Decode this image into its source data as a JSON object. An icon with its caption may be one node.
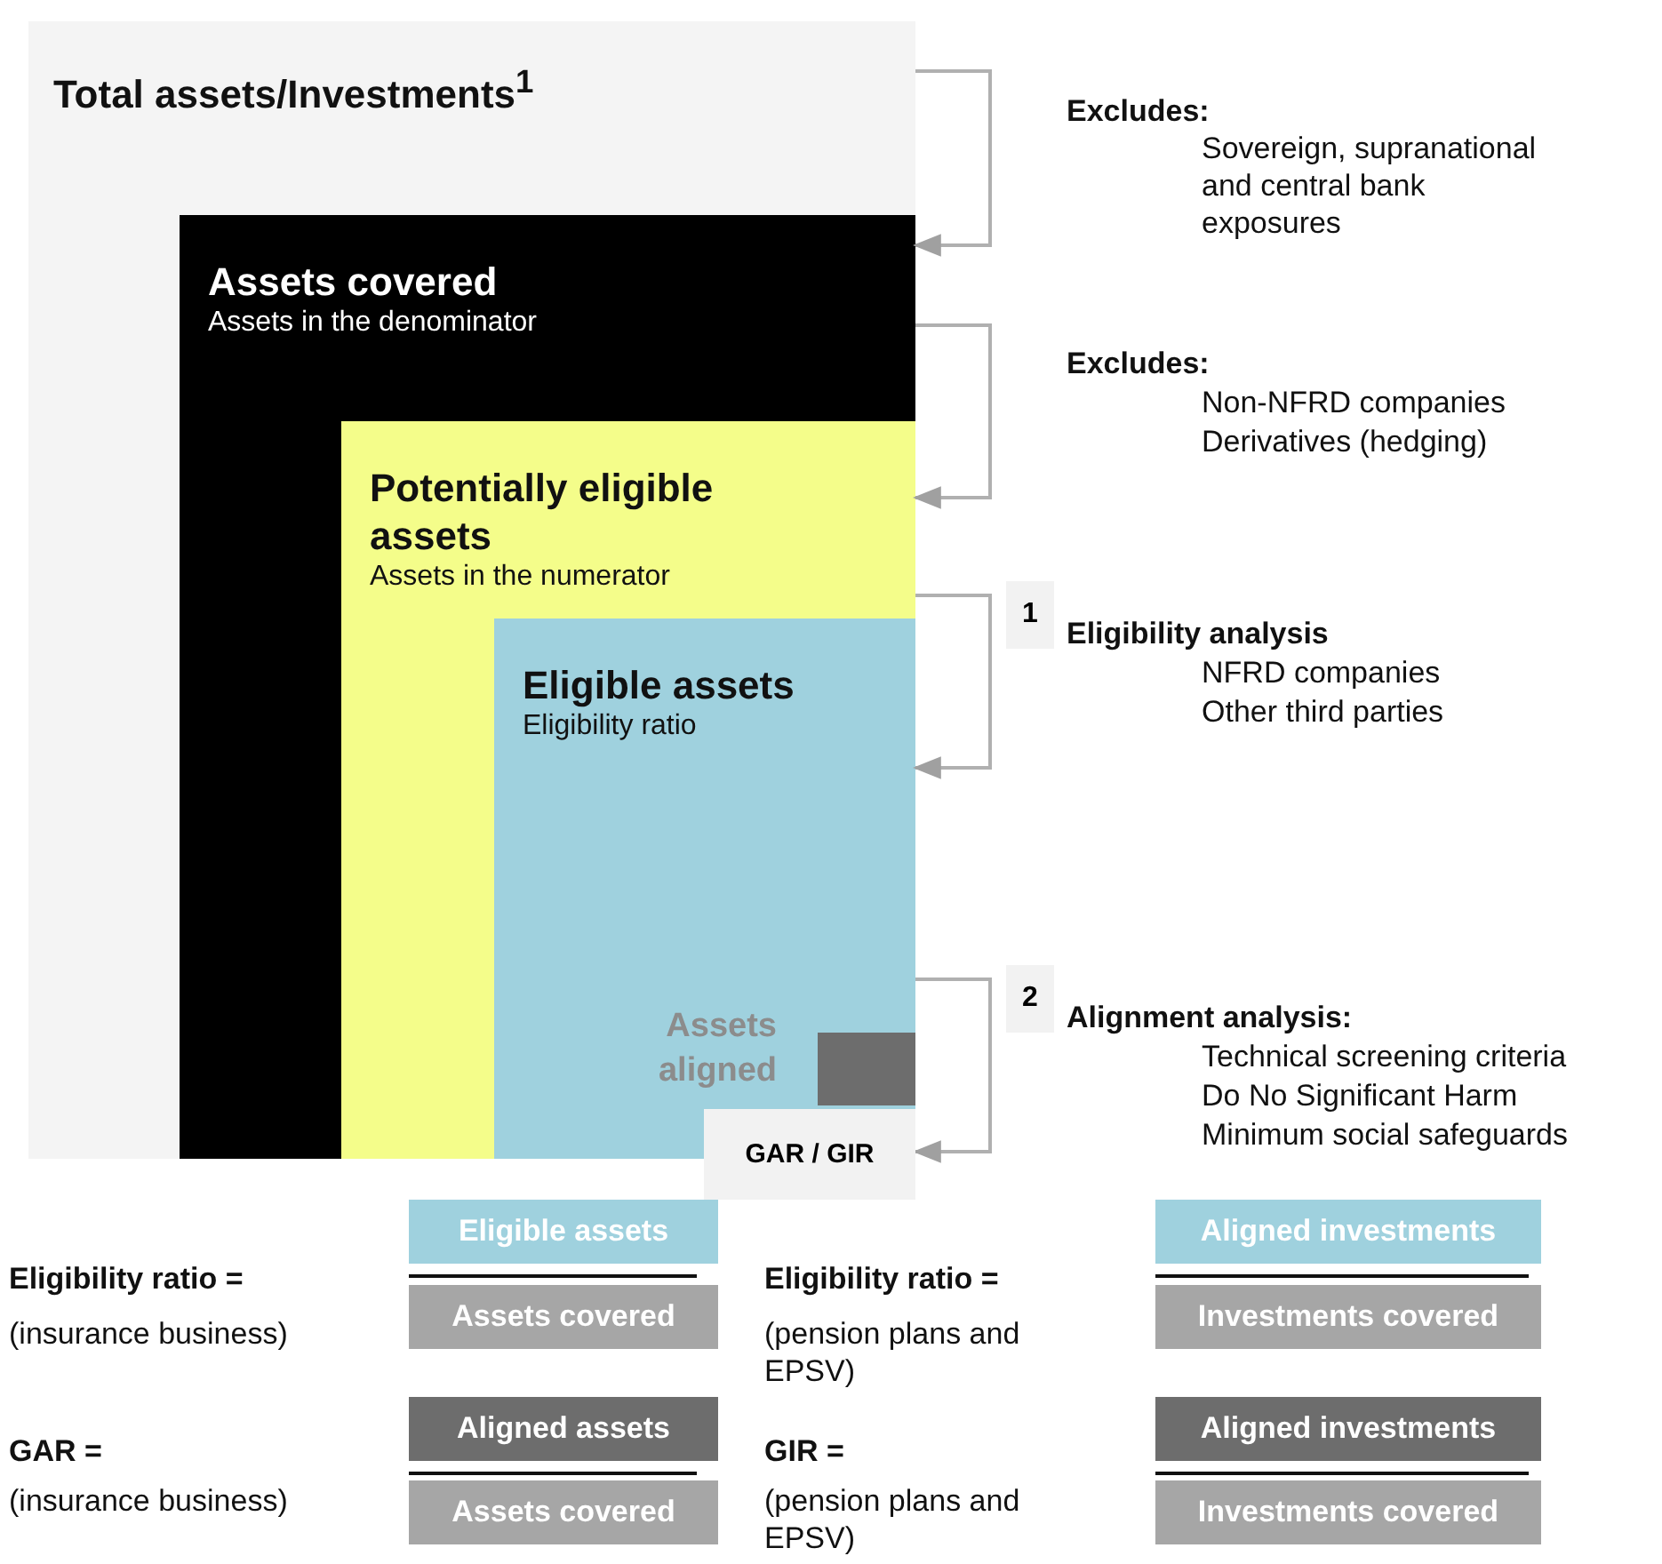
{
  "diagram": {
    "nodes": [
      {
        "text": [
          "Total assets/Investments$^{1}$"
        ]
      },
      {
        "text": [
          "Assets covered",
          "Assets in the denominator"
        ],
        "in": 0
      },
      {
        "text": [
          "Potentially eligible assets",
          "Assets in the numerator"
        ],
        "in": 1
      },
      {
        "text": [
          "Eligible assets",
          "Eligibility ratio"
        ],
        "in": 2
      },
      {
        "text": [
          "Assets aligned"
        ],
        "in": 3
      },
      {
        "text": [
          "GAR / GIR"
        ]
      },
      {
        "text": [
          "1"
        ]
      },
      {
        "text": [
          "2"
        ]
      },
      {
        "text": [
          "Eligible assets"
        ]
      },
      {
        "text": [
          "Aligned investments"
        ]
      },
      {
        "text": [
          "Assets covered"
        ]
      },
      {
        "text": [
          "Investments covered"
        ]
      },
      {
        "text": [
          "Aligned assets"
        ]
      },
      {
        "text": [
          "Aligned investments"
        ]
      },
      {
        "text": [
          "Assets covered"
        ]
      },
      {
        "text": [
          "Investments covered"
        ]
      }
    ],
    "edges": [
      {
        "from": 0,
        "to": 1,
        "arrow": "to"
      },
      {
        "from": 1,
        "to": 2,
        "arrow": "to"
      },
      {
        "from": 2,
        "to": 3,
        "arrow": "to"
      },
      {
        "from": 3,
        "to": 5,
        "arrow": "to"
      }
    ],
    "labels": [
      "Excludes:",
      "Sovereign, supranational and central bank exposures",
      "Excludes:",
      "Non-NFRD companies",
      "Derivatives (hedging)",
      "Eligibility analysis",
      "NFRD companies",
      "Other third parties",
      "Alignment analysis:",
      "Technical screening criteria",
      "Do No Significant Harm",
      "Minimum social safeguards",
      "Eligibility ratio =",
      "Eligibility ratio =",
      "(insurance business)",
      "(pension plans and EPSV)",
      "GAR =",
      "GIR =",
      "(insurance business)",
      "(pension plans and EPSV)"
    ]
  }
}
